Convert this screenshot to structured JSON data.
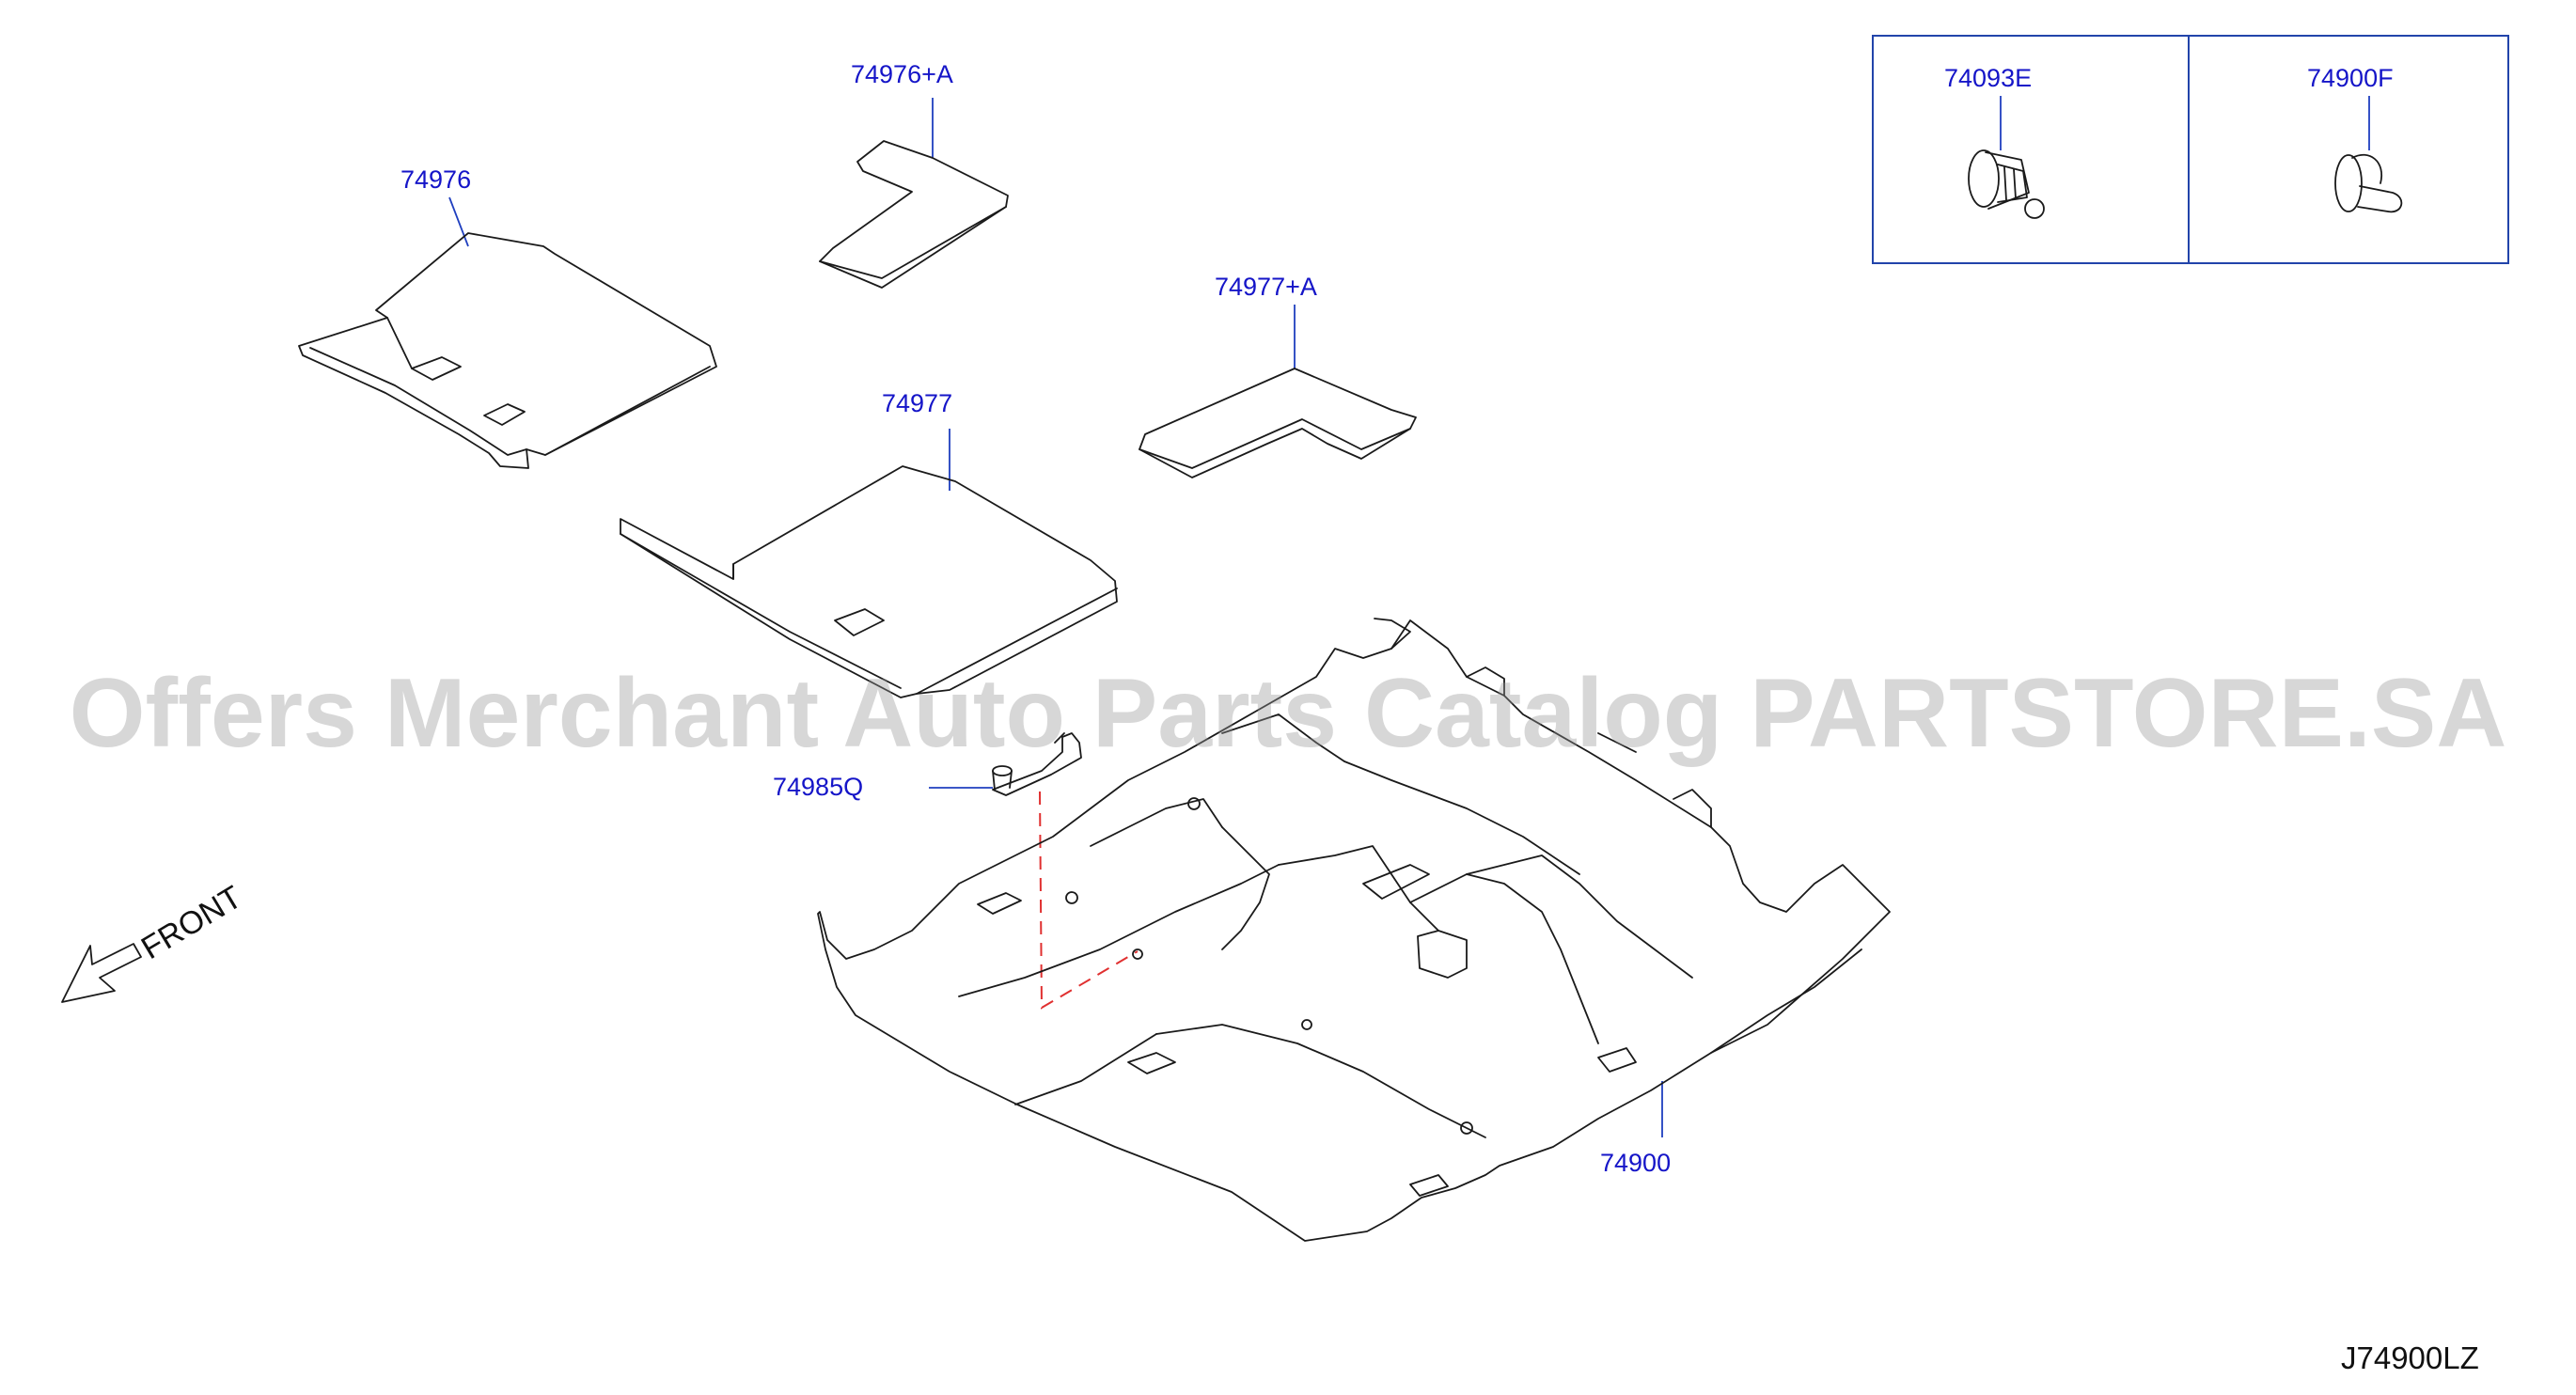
{
  "parts": [
    {
      "key": "carpet_rear_mat",
      "number": "74976"
    },
    {
      "key": "carpet_rear_mat_addon",
      "number": "74976+A"
    },
    {
      "key": "carpet_front_mat_addon",
      "number": "74977+A"
    },
    {
      "key": "carpet_front_mat",
      "number": "74977"
    },
    {
      "key": "floor_carpet_hook",
      "number": "74985Q"
    },
    {
      "key": "floor_carpet_assembly",
      "number": "74900"
    },
    {
      "key": "clip_variant_e",
      "number": "74093E"
    },
    {
      "key": "clip_variant_f",
      "number": "74900F"
    }
  ],
  "direction_label": "FRONT",
  "diagram_code": "J74900LZ",
  "watermark": "Offers Merchant Auto Parts Catalog PARTSTORE.SA",
  "colors": {
    "callout": "#1515c8",
    "leader": "#1f3fbf",
    "outline": "#1a1a1a",
    "dashed_guide": "#e03030",
    "watermark": "#969696"
  },
  "icons": {
    "direction": "front-arrow-icon"
  }
}
